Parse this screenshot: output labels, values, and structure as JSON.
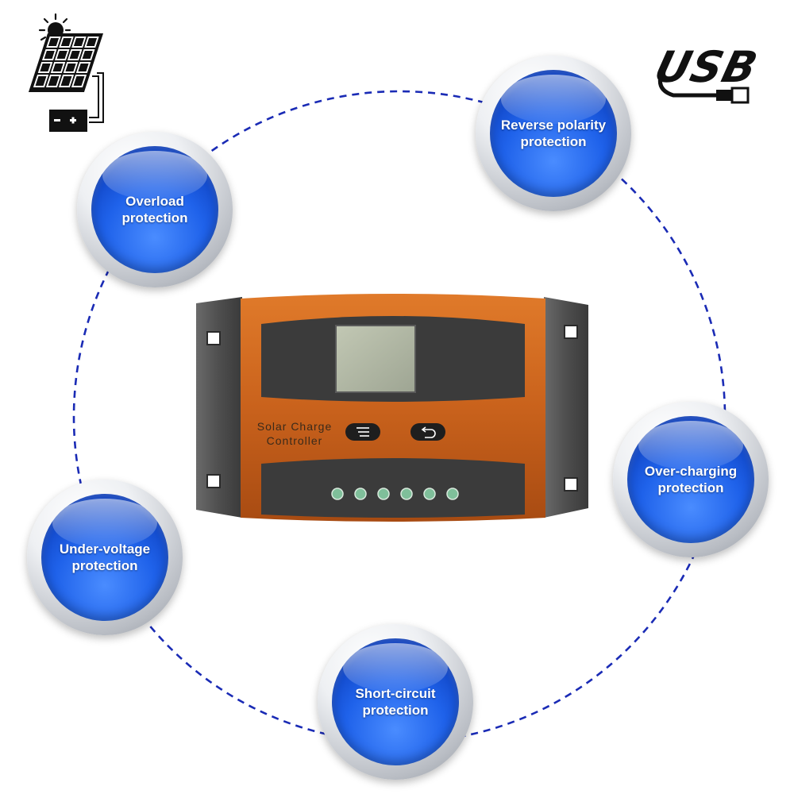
{
  "logos": {
    "usb": "USB",
    "controller_label": "Solar Charge Controller"
  },
  "icons": {
    "solar_panel": "solar-panel-icon",
    "battery": "battery-icon",
    "usb_cable": "usb-cable-icon",
    "menu_button": "menu-icon",
    "back_button": "return-icon"
  },
  "controller": {
    "label_line1": "Solar Charge",
    "label_line2": "Controller",
    "indicator_count": 6
  },
  "protections": [
    {
      "id": "overload",
      "label": "Overload\nprotection"
    },
    {
      "id": "reverse-polarity",
      "label": "Reverse polarity\nprotection"
    },
    {
      "id": "over-charging",
      "label": "Over-charging\nprotection"
    },
    {
      "id": "short-circuit",
      "label": "Short-circuit\nprotection"
    },
    {
      "id": "under-voltage",
      "label": "Under-voltage\nprotection"
    }
  ],
  "colors": {
    "ring": "#1a2bb5",
    "badge_blue": "#1f62ea",
    "controller_orange": "#c9621c",
    "controller_gray": "#5a5a5a"
  }
}
